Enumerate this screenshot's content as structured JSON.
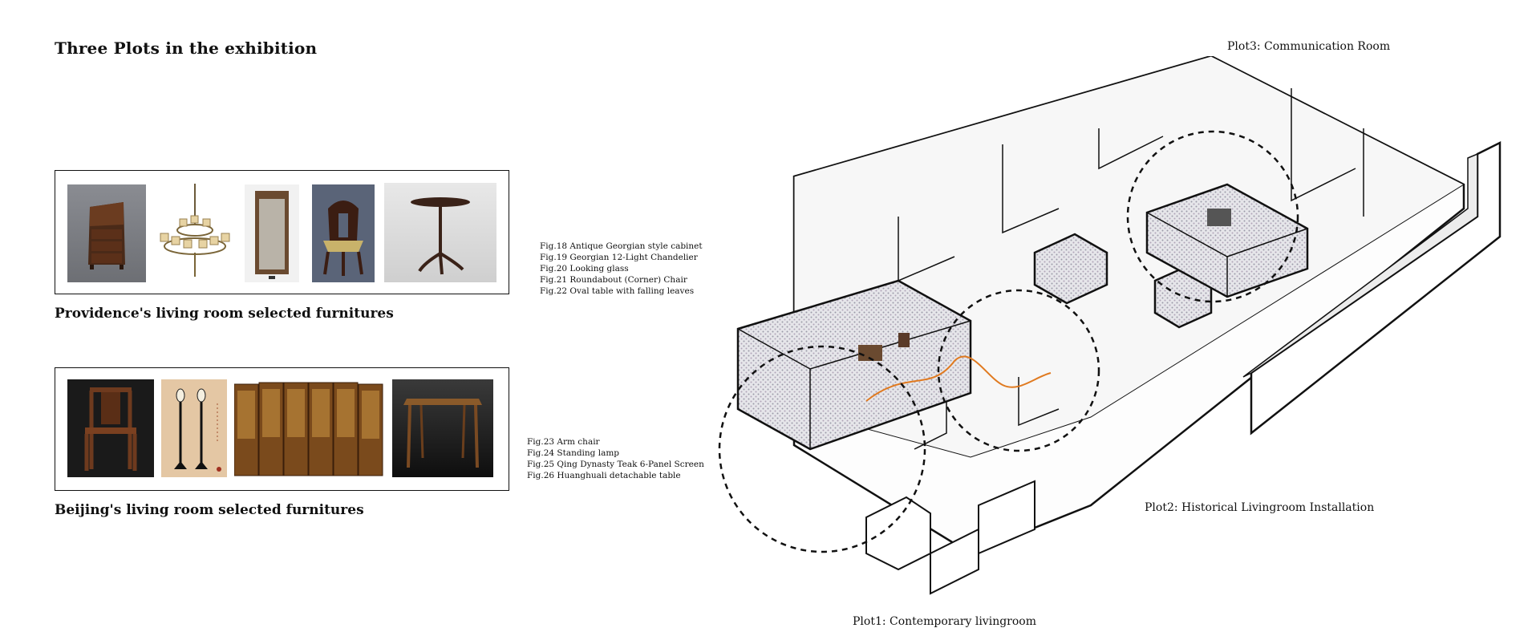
{
  "page": {
    "title": "Three Plots in the exhibition"
  },
  "providence": {
    "caption": "Providence's living room selected furnitures",
    "figures": [
      "Fig.18 Antique Georgian style cabinet",
      "Fig.19 Georgian 12-Light Chandelier",
      "Fig.20 Looking glass",
      "Fig.21 Roundabout (Corner) Chair",
      "Fig.22 Oval table with falling leaves"
    ]
  },
  "beijing": {
    "caption": "Beijing's living room selected furnitures",
    "figures": [
      "Fig.23 Arm chair",
      "Fig.24 Standing lamp",
      "Fig.25 Qing Dynasty Teak 6-Panel Screen",
      "Fig.26 Huanghuali detachable table"
    ]
  },
  "plots": {
    "plot1": "Plot1: Contemporary livingroom",
    "plot2": "Plot2: Historical Livingroom Installation",
    "plot3": "Plot3: Communication Room"
  }
}
